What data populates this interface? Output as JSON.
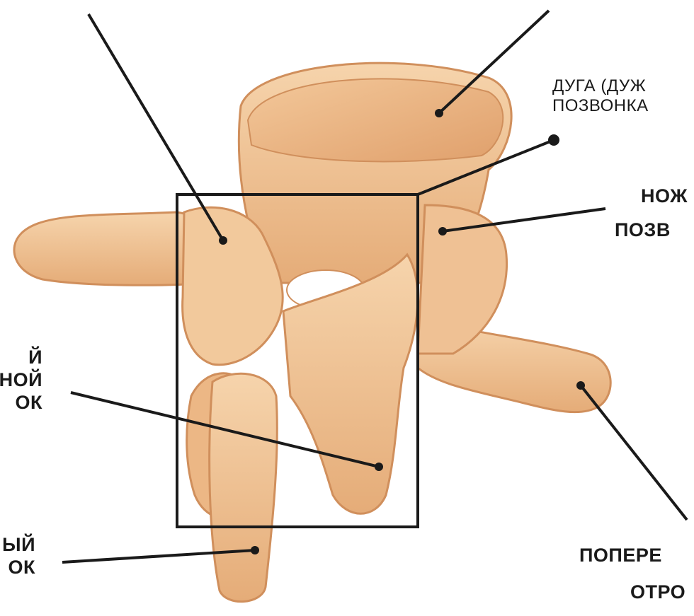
{
  "labels": {
    "arch": [
      "ДУГА (ДУЖ",
      "ПОЗВОНКА"
    ],
    "pedicle": [
      "НОЖ",
      "ПОЗВ"
    ],
    "articular": [
      "Й",
      "НОЙ",
      "ОК"
    ],
    "spinous": [
      "ЫЙ",
      "ОК"
    ],
    "transverse": [
      "ПОПЕРЕ",
      "ОТРО"
    ]
  },
  "colors": {
    "bone": "#f0c79a",
    "bone_shadow": "#d99a66",
    "bone_light": "#f8dcb8",
    "line": "#1a1a1a"
  }
}
